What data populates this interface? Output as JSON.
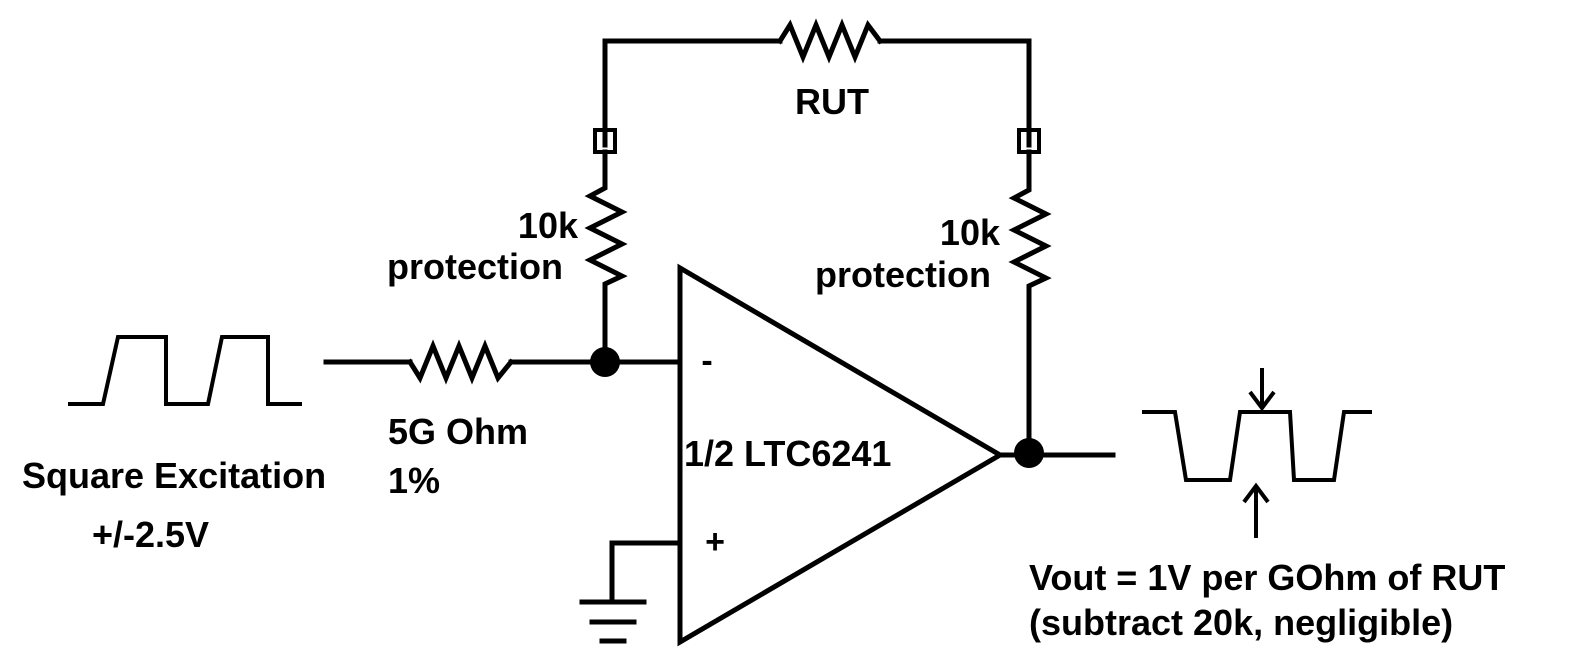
{
  "labels": {
    "rut": "RUT",
    "protection_left_value": "10k",
    "protection_left_label": "protection",
    "protection_right_value": "10k",
    "protection_right_label": "protection",
    "input_resistor_value": "5G Ohm",
    "input_resistor_tolerance": "1%",
    "excitation_title": "Square Excitation",
    "excitation_amplitude": "+/-2.5V",
    "opamp_part": "1/2 LTC6241",
    "opamp_inverting": "-",
    "opamp_noninverting": "+",
    "vout_formula": "Vout = 1V per GOhm of RUT",
    "vout_note": "(subtract 20k, negligible)"
  },
  "colors": {
    "ink": "#000000",
    "background": "#ffffff"
  }
}
